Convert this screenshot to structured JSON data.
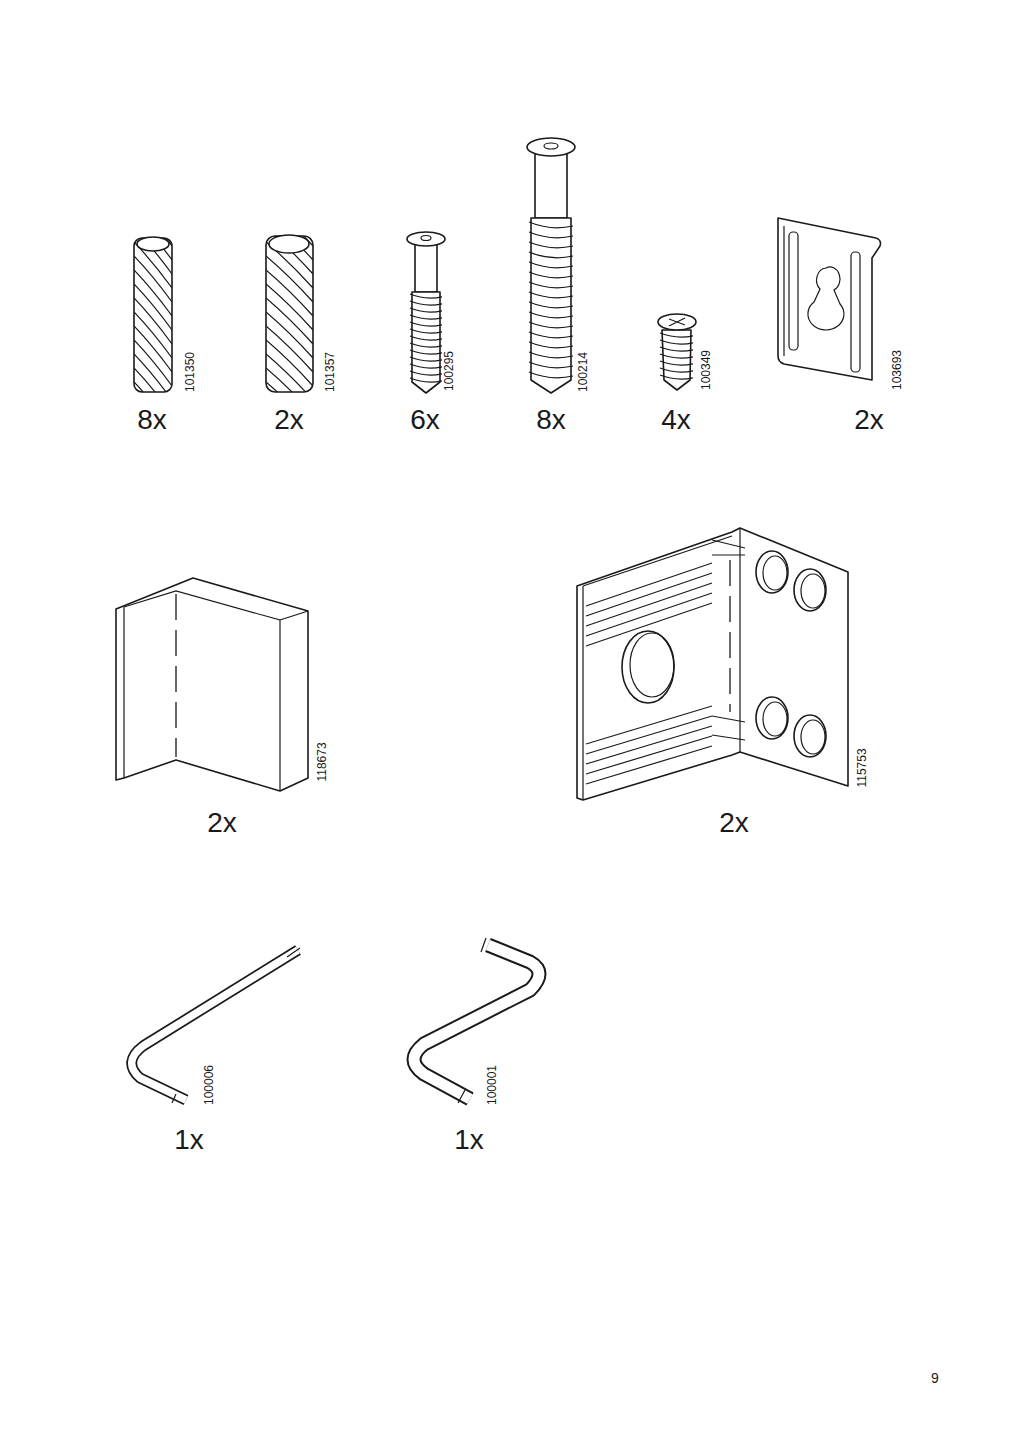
{
  "diagram": {
    "labels": [
      "101350",
      "8x",
      "101357",
      "2x",
      "100295",
      "6x",
      "100214",
      "8x",
      "100349",
      "4x",
      "103693",
      "2x",
      "118673",
      "2x",
      "115753",
      "2x",
      "100006",
      "1x",
      "100001",
      "1x",
      "9"
    ]
  }
}
